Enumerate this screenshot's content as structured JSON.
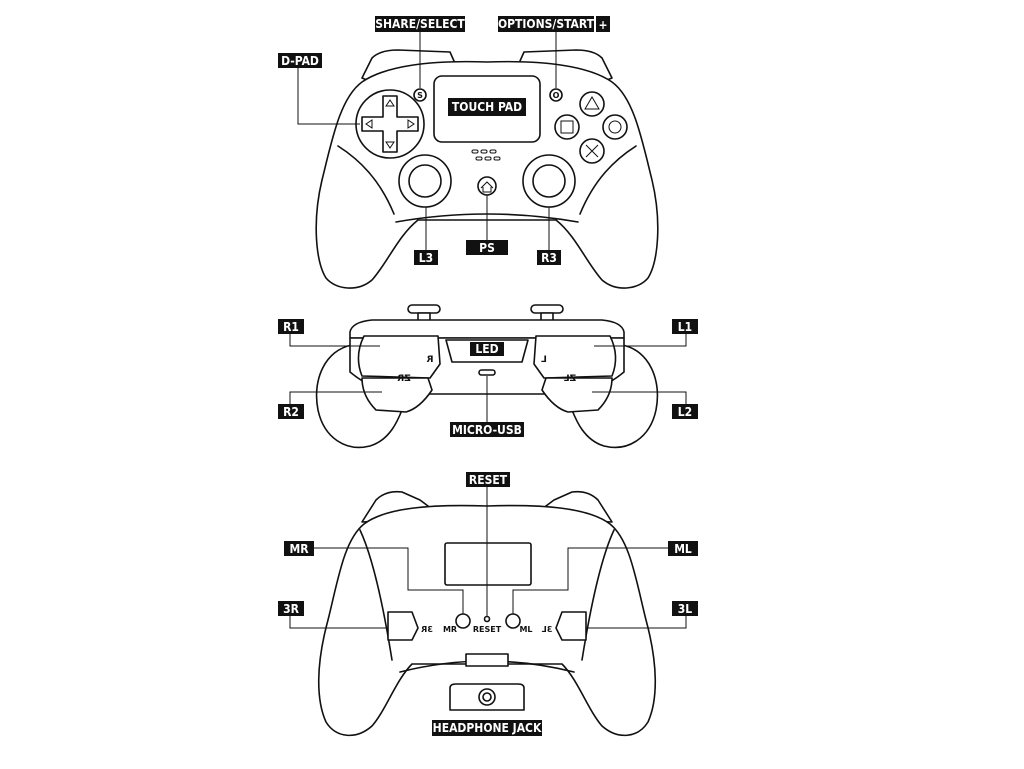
{
  "labels": {
    "share_select": "SHARE/SELECT",
    "options_start": "OPTIONS/START",
    "options_plus": "+",
    "d_pad": "D-PAD",
    "touch_pad": "TOUCH PAD",
    "l3": "L3",
    "ps": "PS",
    "r3": "R3",
    "r1": "R1",
    "l1": "L1",
    "led": "LED",
    "r2": "R2",
    "l2": "L2",
    "micro_usb": "MICRO-USB",
    "reset": "RESET",
    "mr": "MR",
    "ml": "ML",
    "three_r": "3R",
    "three_l": "3L",
    "headphone_jack": "HEADPHONE JACK"
  },
  "front_buttons": {
    "share_letter": "S",
    "options_letter": "O"
  },
  "top_view_marks": {
    "r_mirrored": "R",
    "zr_mirrored": "ZR",
    "l_mirrored": "L",
    "zl_mirrored": "ZL"
  },
  "back_view_marks": {
    "three_r_small": "3R",
    "mr_small": "MR",
    "reset_small": "RESET",
    "ml_small": "ML",
    "three_l_small": "3L"
  }
}
